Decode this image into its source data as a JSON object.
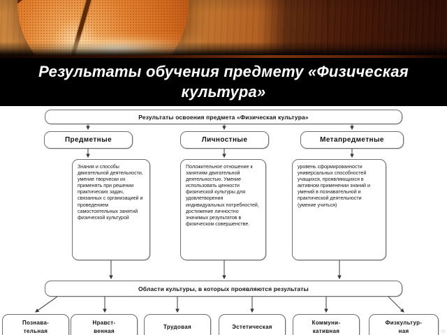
{
  "slide": {
    "title": "Результаты обучения предмету «Физическая\nкультура»",
    "watermark": "m"
  },
  "header": {
    "image_name": "basketball-on-wooden-court-photo"
  },
  "diagram": {
    "root": "Результаты освоения предмета «Физическая культура»",
    "categories": [
      {
        "label": "Предметные"
      },
      {
        "label": "Личностные"
      },
      {
        "label": "Метапредметные"
      }
    ],
    "descriptions": [
      "Знания и способы двигательной деятельности, умение творчески их применять при решении практических задач, связанных с организацией и проведением самостоятельных занятий физической культурой",
      "Положительное отношение к занятиям двигательной деятельностью. Умение использовать ценности физической культуры для удовлетворения индивидуальных потребностей, достижение личностно значимых результатов в физическом совершенстве.",
      "уровень сформированности универсальных способностей учащихся, проявляющихся в активном применении знаний и умений в познавательной и практической деятельности (умение учиться)"
    ],
    "areas_header": "Области культуры, в которых проявляются результаты",
    "areas": [
      {
        "label": "Познава-\nтельная"
      },
      {
        "label": "Нравст-\nвенная"
      },
      {
        "label": "Трудовая"
      },
      {
        "label": "Эстетическая"
      },
      {
        "label": "Коммуни-\nкативная"
      },
      {
        "label": "Физкультур-\nная"
      }
    ]
  },
  "colors": {
    "panel_bg": "#ffffff",
    "slide_bg": "#000000",
    "node_border": "#6f6f6f",
    "title_text": "#ffffff",
    "ball_orange": "#d2691e",
    "wood_light": "#d79147",
    "wood_dark": "#78300c"
  }
}
